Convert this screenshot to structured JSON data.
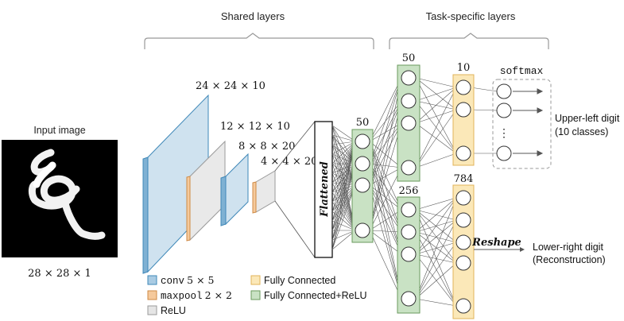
{
  "colors": {
    "conv": "#a9cbe3",
    "conv_stroke": "#3f88b8",
    "maxpool": "#f5c99c",
    "maxpool_stroke": "#cf8a45",
    "relu": "#e5e5e5",
    "relu_stroke": "#9a9a9a",
    "fc": "#fbe8b8",
    "fc_stroke": "#e0b35a",
    "fc_relu": "#c9e2c4",
    "fc_relu_stroke": "#6a9a5e"
  },
  "headers": {
    "shared": "Shared layers",
    "task_specific": "Task-specific layers"
  },
  "input": {
    "title": "Input image",
    "dims": "28 × 28 × 1"
  },
  "volumes": {
    "conv1": "24 × 24 × 10",
    "pool1": "12 × 12 × 10",
    "conv2": "8 × 8 × 20",
    "pool2": "4 × 4 × 20"
  },
  "flattened": "Flattened",
  "layers": {
    "shared_fc": "50",
    "upper_hidden": "50",
    "upper_out": "10",
    "lower_hidden": "256",
    "lower_out": "784"
  },
  "softmax": "softmax",
  "ellipsis": "⋮",
  "reshape": "Reshape",
  "outputs": {
    "upper_line1": "Upper-left digit",
    "upper_line2": "(10 classes)",
    "lower_line1": "Lower-right digit",
    "lower_line2": "(Reconstruction)"
  },
  "legend": {
    "conv_prefix": "conv",
    "conv_size": "5 × 5",
    "maxpool_prefix": "maxpool",
    "maxpool_size": "2 × 2",
    "relu": "ReLU",
    "fc": "Fully Connected",
    "fc_relu": "Fully Connected+ReLU"
  }
}
